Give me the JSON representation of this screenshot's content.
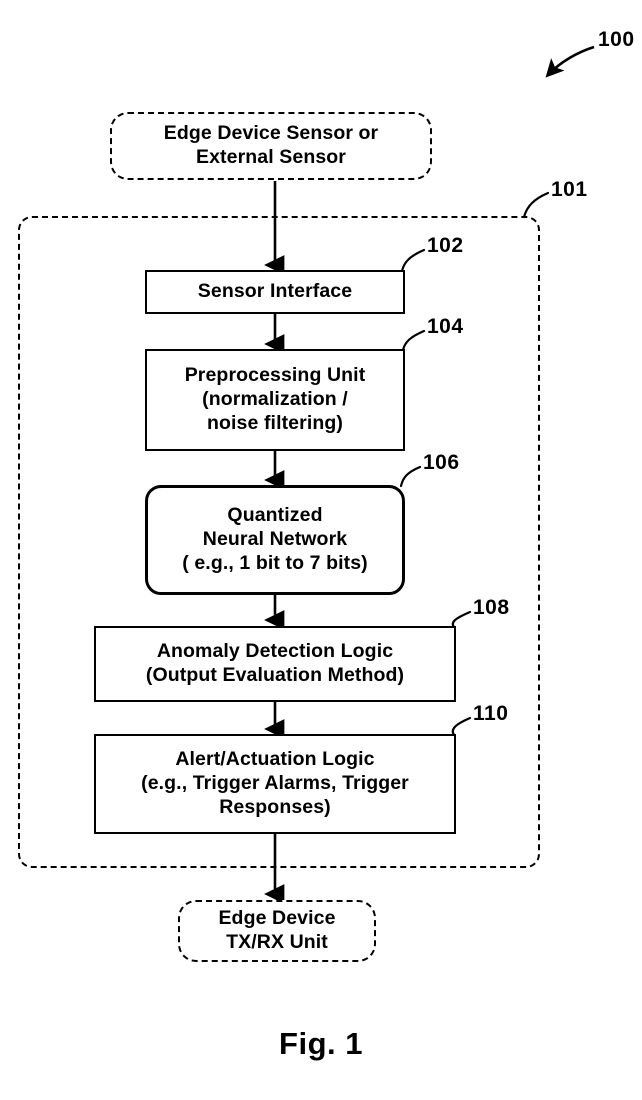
{
  "figure": {
    "caption": "Fig. 1",
    "system_ref": "100"
  },
  "refs": {
    "system": "100",
    "container": "101",
    "sensor_interface": "102",
    "preprocessing": "104",
    "qnn": "106",
    "anomaly": "108",
    "alert": "110"
  },
  "nodes": {
    "sensor_source": {
      "ref": "",
      "label": "Edge Device Sensor or\nExternal Sensor",
      "shape": "dashed-terminator"
    },
    "sensor_interface": {
      "ref": "102",
      "label": "Sensor Interface",
      "shape": "rectangle"
    },
    "preprocessing_unit": {
      "ref": "104",
      "label": "Preprocessing Unit\n(normalization /\nnoise filtering)",
      "shape": "rectangle"
    },
    "quantized_neural_network": {
      "ref": "106",
      "label": "Quantized\nNeural Network\n( e.g., 1 bit to 7 bits)",
      "shape": "rounded-rectangle"
    },
    "anomaly_detection_logic": {
      "ref": "108",
      "label": "Anomaly Detection Logic\n(Output Evaluation Method)",
      "shape": "rectangle"
    },
    "alert_actuation_logic": {
      "ref": "110",
      "label": "Alert/Actuation Logic\n(e.g., Trigger Alarms, Trigger\nResponses)",
      "shape": "rectangle"
    },
    "txrx_unit": {
      "ref": "",
      "label": "Edge Device\nTX/RX Unit",
      "shape": "dashed-terminator"
    }
  },
  "container": {
    "ref": "101",
    "label": "",
    "style": "dashed-rounded-boundary"
  },
  "colors": {
    "stroke": "#000000",
    "background": "#ffffff",
    "text": "#000000"
  },
  "flow": [
    {
      "from": "sensor_source",
      "to": "sensor_interface"
    },
    {
      "from": "sensor_interface",
      "to": "preprocessing_unit"
    },
    {
      "from": "preprocessing_unit",
      "to": "quantized_neural_network"
    },
    {
      "from": "quantized_neural_network",
      "to": "anomaly_detection_logic"
    },
    {
      "from": "anomaly_detection_logic",
      "to": "alert_actuation_logic"
    },
    {
      "from": "alert_actuation_logic",
      "to": "txrx_unit"
    }
  ]
}
